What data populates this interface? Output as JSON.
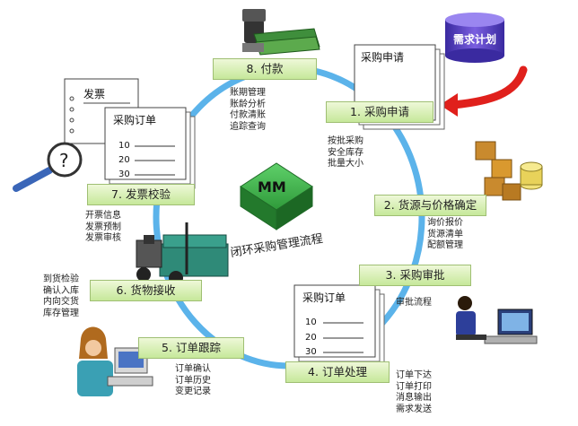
{
  "center": {
    "title": "MM",
    "subtitle": "闭环采购管理流程"
  },
  "demand_plan": {
    "label": "需求计划"
  },
  "steps": [
    {
      "label": "1. 采购申请",
      "details": [
        "按批采购",
        "安全库存",
        "批量大小"
      ]
    },
    {
      "label": "2. 货源与价格确定",
      "details": [
        "询价报价",
        "货源清单",
        "配额管理"
      ]
    },
    {
      "label": "3. 采购审批",
      "details": [
        "审批流程"
      ]
    },
    {
      "label": "4. 订单处理",
      "details": [
        "订单下达",
        "订单打印",
        "消息输出",
        "需求发送"
      ]
    },
    {
      "label": "5. 订单跟踪",
      "details": [
        "订单确认",
        "订单历史",
        "变更记录"
      ]
    },
    {
      "label": "6. 货物接收",
      "details": [
        "到货检验",
        "确认入库",
        "内向交货",
        "库存管理"
      ]
    },
    {
      "label": "7. 发票校验",
      "details": [
        "开票信息",
        "发票预制",
        "发票审核"
      ]
    },
    {
      "label": "8. 付款",
      "details": [
        "账期管理",
        "账龄分析",
        "付款清账",
        "追踪查询"
      ]
    }
  ],
  "documents": {
    "purchase_request": {
      "title": "采购申请"
    },
    "invoice": {
      "title": "发票"
    },
    "invoice_order": {
      "title": "采购订单",
      "numbers": [
        "10",
        "20",
        "30"
      ]
    },
    "purchase_order": {
      "title": "采购订单",
      "numbers": [
        "10",
        "20",
        "30"
      ]
    }
  },
  "icons": [
    "money-stack-icon",
    "database-cylinder-icon",
    "boxes-icon",
    "magnifier-icon",
    "forklift-icon",
    "computer-user-icon",
    "telephone-operator-icon"
  ],
  "colors": {
    "ring": "#5bb3ea",
    "step_fill": "#c6e89a",
    "mm_green": "#2f9a3a",
    "demand_purple": "#5b3fb0",
    "arrow_red": "#e0201c"
  }
}
